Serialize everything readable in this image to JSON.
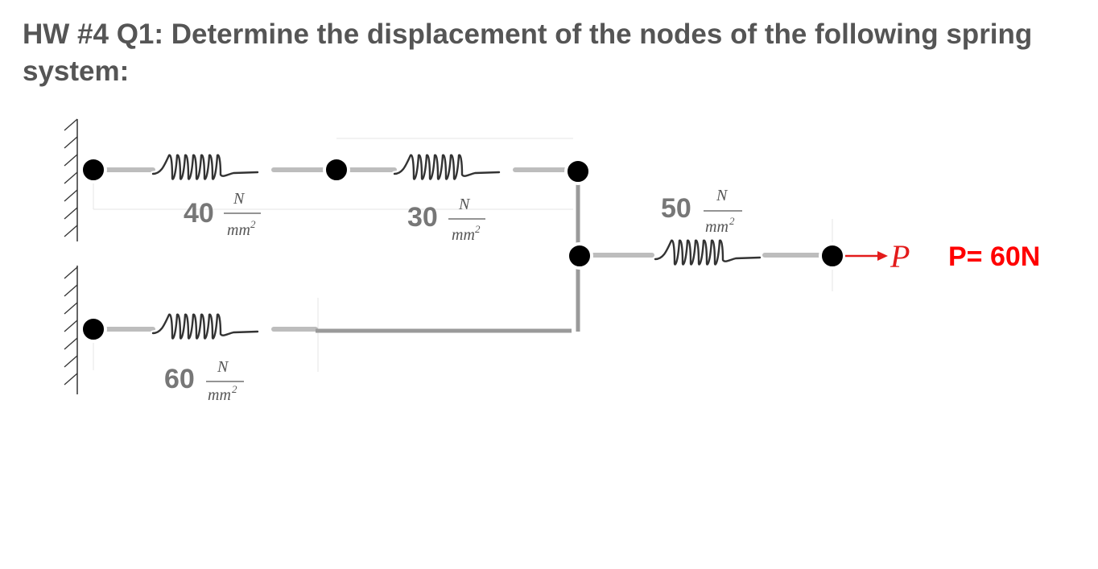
{
  "question": {
    "text": "HW #4 Q1: Determine the displacement of the nodes of the following spring system:"
  },
  "springs": [
    {
      "stiffness": "40",
      "unit_numerator": "N",
      "unit_denominator": "mm",
      "unit_exponent": "2"
    },
    {
      "stiffness": "30",
      "unit_numerator": "N",
      "unit_denominator": "mm",
      "unit_exponent": "2"
    },
    {
      "stiffness": "50",
      "unit_numerator": "N",
      "unit_denominator": "mm",
      "unit_exponent": "2"
    },
    {
      "stiffness": "60",
      "unit_numerator": "N",
      "unit_denominator": "mm",
      "unit_exponent": "2"
    }
  ],
  "load": {
    "symbol": "P",
    "value_text": "P= 60N"
  },
  "colors": {
    "title": "#555555",
    "rod": "#bdbdbd",
    "connector": "#9a9a9a",
    "node": "#000000",
    "force": "#ff0000"
  }
}
